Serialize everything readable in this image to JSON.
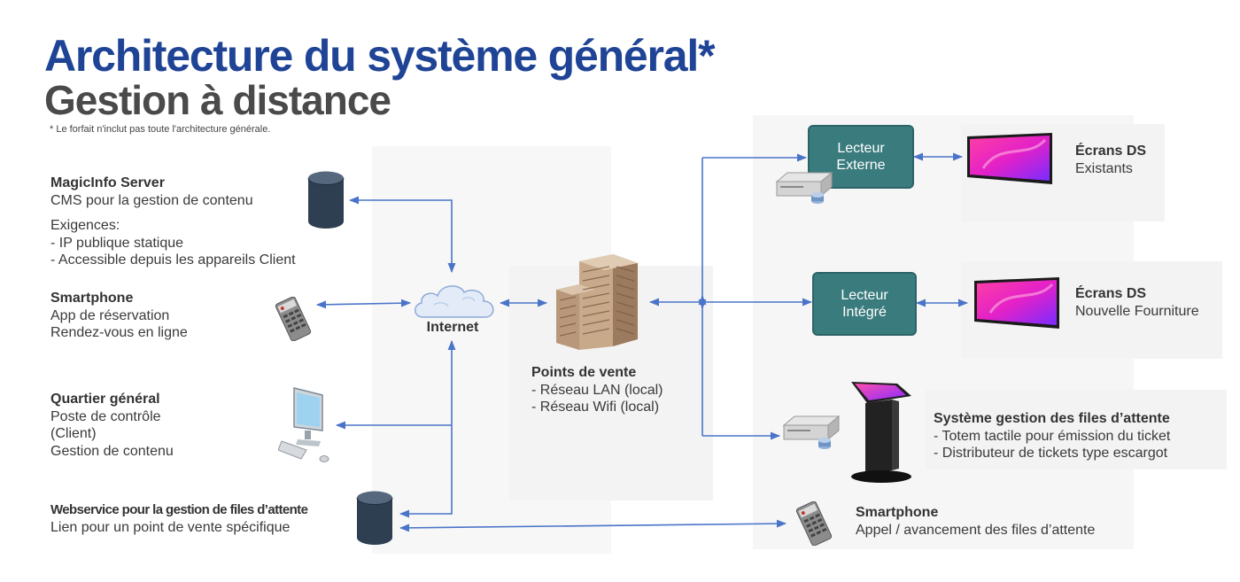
{
  "title": "Architecture du système général*",
  "subtitle": "Gestion à distance",
  "footnote": "* Le forfait n'inclut pas toute l'architecture générale.",
  "left": {
    "server": {
      "heading": "MagicInfo Server",
      "lines": [
        "CMS pour la gestion de contenu"
      ],
      "req_heading": "Exigences:",
      "req_lines": [
        "- IP publique statique",
        "- Accessible depuis les appareils Client"
      ]
    },
    "phone": {
      "heading": "Smartphone",
      "lines": [
        "App de réservation",
        "Rendez-vous en ligne"
      ]
    },
    "hq": {
      "heading": "Quartier général",
      "lines": [
        "Poste de contrôle",
        "(Client)",
        "Gestion de contenu"
      ]
    },
    "webservice": {
      "heading": "Webservice pour la gestion de files d’attente",
      "lines": [
        "Lien pour un point de vente spécifique"
      ]
    }
  },
  "center": {
    "internet_label": "Internet",
    "pos": {
      "heading": "Points de vente",
      "lines": [
        "- Réseau LAN (local)",
        "- Réseau Wifi (local)"
      ]
    }
  },
  "right": {
    "ext_player": {
      "line1": "Lecteur",
      "line2": "Externe"
    },
    "int_player": {
      "line1": "Lecteur",
      "line2": "Intégré"
    },
    "screens1": {
      "heading": "Écrans DS",
      "lines": [
        "Existants"
      ]
    },
    "screens2": {
      "heading": "Écrans DS",
      "lines": [
        "Nouvelle Fourniture"
      ]
    },
    "queue": {
      "heading": "Système gestion des files d’attente",
      "lines": [
        "- Totem tactile pour émission du ticket",
        "- Distributeur de tickets type escargot"
      ]
    },
    "phone2": {
      "heading": "Smartphone",
      "lines": [
        "Appel / avancement des files d’attente"
      ]
    }
  },
  "colors": {
    "title": "#1f4496",
    "subtitle": "#4a4a4a",
    "box": "#3a7b7e",
    "arrow": "#4a74c9",
    "db": "#2f3f52"
  }
}
